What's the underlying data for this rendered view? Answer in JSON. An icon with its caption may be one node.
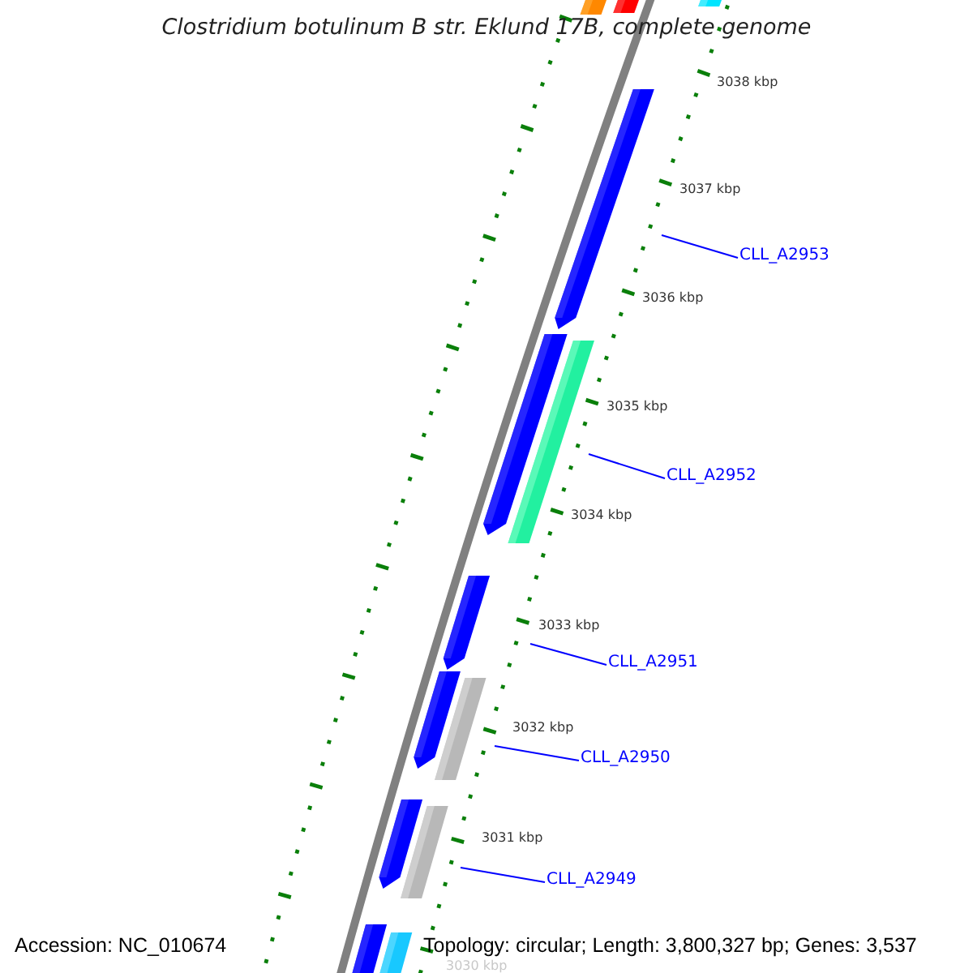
{
  "diagram": {
    "title": "Clostridium botulinum B str. Eklund 17B, complete genome",
    "nodes": [
      {
        "text": [
          "CLL_A2953"
        ]
      },
      {
        "text": [
          "CLL_A2952"
        ]
      },
      {
        "text": [
          "CLL_A2951"
        ]
      },
      {
        "text": [
          "CLL_A2950"
        ]
      },
      {
        "text": [
          "CLL_A2949"
        ]
      }
    ],
    "edges": [
      {
        "from": 0,
        "to": null,
        "arrow": "none"
      },
      {
        "from": 1,
        "to": null,
        "arrow": "none"
      },
      {
        "from": 2,
        "to": null,
        "arrow": "none"
      },
      {
        "from": 3,
        "to": null,
        "arrow": "none"
      },
      {
        "from": 4,
        "to": null,
        "arrow": "none"
      }
    ],
    "labels": [
      "3038 kbp",
      "3037 kbp",
      "3036 kbp",
      "3035 kbp",
      "3034 kbp",
      "3033 kbp",
      "3032 kbp",
      "3031 kbp",
      "3030 kbp",
      "Accession: NC_010674",
      "Topology: circular; Length: 3,800,327 bp; Genes: 3,537"
    ]
  }
}
